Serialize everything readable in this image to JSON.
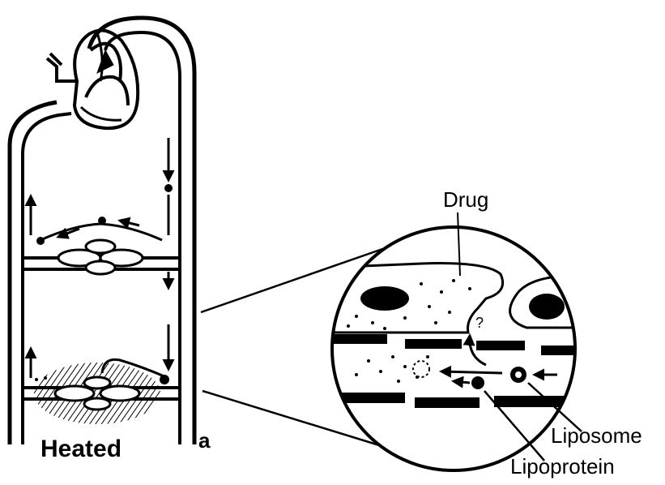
{
  "labels": {
    "drug": "Drug",
    "liposome": "Liposome",
    "lipoprotein": "Lipoprotein",
    "heated": "Heated",
    "panel": "a",
    "question": "?"
  },
  "colors": {
    "ink": "#000000",
    "paper": "#ffffff"
  }
}
